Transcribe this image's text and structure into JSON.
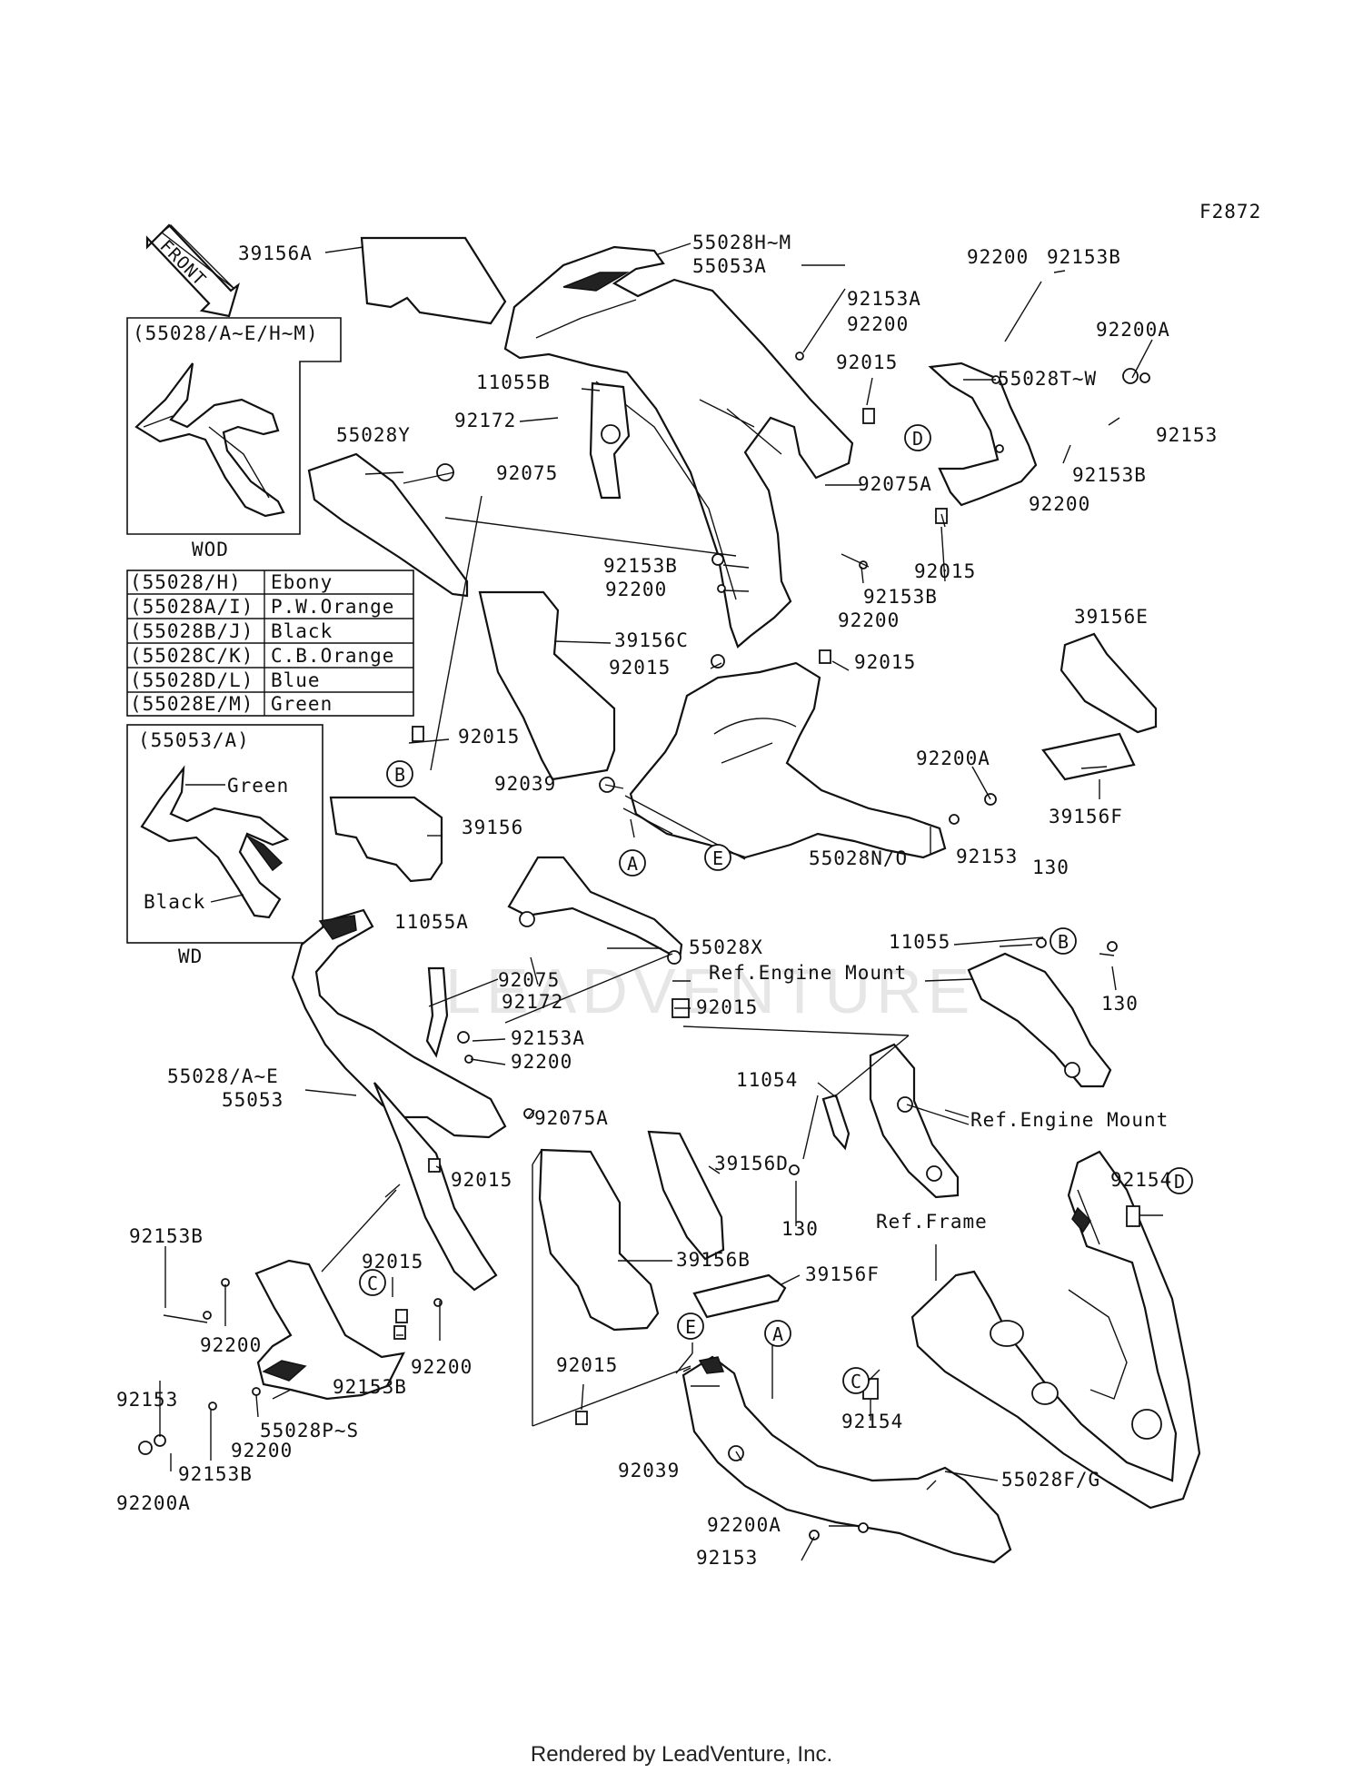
{
  "figure_code": "F2872",
  "front_arrow": "FRONT",
  "footer": "Rendered by LeadVenture, Inc.",
  "watermark": "LEADVENTURE",
  "insets": {
    "wod": {
      "header": "(55028/A~E/H~M)",
      "caption": "WOD"
    },
    "wd": {
      "header": "(55053/A)",
      "caption": "WD",
      "upper_label": "Green",
      "lower_label": "Black"
    }
  },
  "color_table": [
    {
      "code": "(55028/H)",
      "color": "Ebony"
    },
    {
      "code": "(55028A/I)",
      "color": "P.W.Orange"
    },
    {
      "code": "(55028B/J)",
      "color": "Black"
    },
    {
      "code": "(55028C/K)",
      "color": "C.B.Orange"
    },
    {
      "code": "(55028D/L)",
      "color": "Blue"
    },
    {
      "code": "(55028E/M)",
      "color": "Green"
    }
  ],
  "callouts": [
    "A",
    "B",
    "C",
    "D",
    "E"
  ],
  "labels": [
    "39156A",
    "55028H~M",
    "55053A",
    "92153B",
    "92153A",
    "92200",
    "92200",
    "92200A",
    "11055B",
    "92015",
    "55028T~W",
    "92172",
    "92153",
    "55028Y",
    "92075",
    "92075A",
    "92153B",
    "92200",
    "92153B",
    "92015",
    "92200",
    "92153B",
    "92200",
    "39156C",
    "92015",
    "92015",
    "39156E",
    "92015",
    "92200A",
    "92039",
    "39156",
    "39156F",
    "92153",
    "55028N/O",
    "130",
    "55028X",
    "11055A",
    "11055",
    "Ref.Engine Mount",
    "92075",
    "92172",
    "130",
    "92015",
    "92153A",
    "92200",
    "55028/A~E",
    "55053",
    "11054",
    "92075A",
    "Ref.Engine Mount",
    "39156D",
    "92015",
    "92154",
    "130",
    "Ref.Frame",
    "92153B",
    "92015",
    "39156B",
    "39156F",
    "92200",
    "92200",
    "92153B",
    "92015",
    "92153",
    "92154",
    "92200",
    "55028P~S",
    "92153B",
    "92039",
    "92200A",
    "55028F/G",
    "92200A",
    "92153"
  ]
}
